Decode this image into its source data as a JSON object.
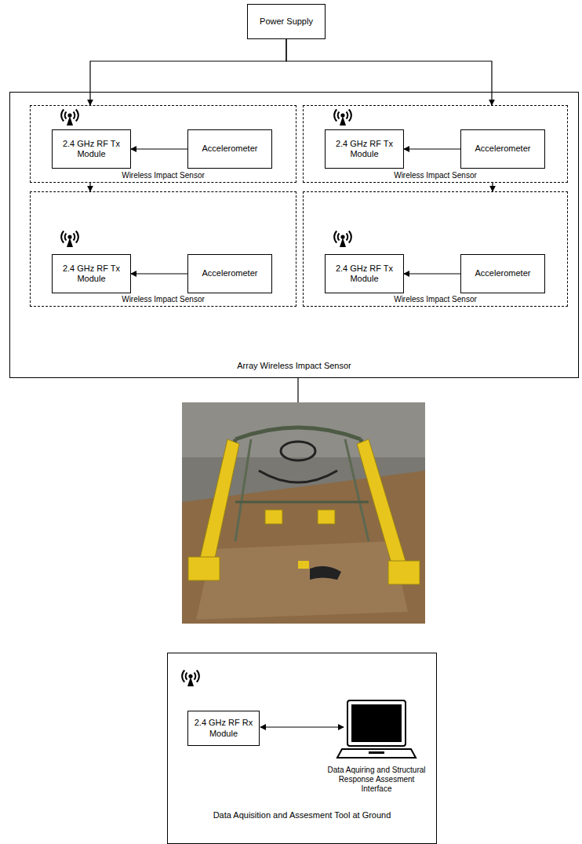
{
  "diagram": {
    "nodes": [
      {
        "text": [
          "Power Supply"
        ]
      },
      {
        "text": [
          "Array Wireless Impact Sensor"
        ]
      },
      {
        "text": [
          "Wireless Impact Sensor"
        ],
        "in": 1
      },
      {
        "text": [
          "2.4 GHz RF Tx Module"
        ],
        "in": 2
      },
      {
        "text": [
          "Accelerometer"
        ],
        "in": 2
      },
      {
        "text": [
          "Wireless Impact Sensor"
        ],
        "in": 1
      },
      {
        "text": [
          "2.4 GHz RF Tx Module"
        ],
        "in": 5
      },
      {
        "text": [
          "Accelerometer"
        ],
        "in": 5
      },
      {
        "text": [
          "Wireless Impact Sensor"
        ],
        "in": 1
      },
      {
        "text": [
          "2.4 GHz RF Tx Module"
        ],
        "in": 8
      },
      {
        "text": [
          "Accelerometer"
        ],
        "in": 8
      },
      {
        "text": [
          "Wireless Impact Sensor"
        ],
        "in": 1
      },
      {
        "text": [
          "2.4 GHz RF Tx Module"
        ],
        "in": 11
      },
      {
        "text": [
          "Accelerometer"
        ],
        "in": 11
      },
      {
        "text": [
          "Data Aquisition and Assesment Tool at Ground"
        ]
      },
      {
        "text": [
          "2.4 GHz RF Rx Module"
        ],
        "in": 14
      }
    ],
    "edges": [
      {
        "from": 0,
        "to": 2,
        "arrow": "to"
      },
      {
        "from": 0,
        "to": 5,
        "arrow": "to"
      },
      {
        "from": 2,
        "to": 8,
        "arrow": "to"
      },
      {
        "from": 5,
        "to": 11,
        "arrow": "to"
      },
      {
        "from": 4,
        "to": 3,
        "arrow": "to"
      },
      {
        "from": 7,
        "to": 6,
        "arrow": "to"
      },
      {
        "from": 10,
        "to": 9,
        "arrow": "to"
      },
      {
        "from": 13,
        "to": 12,
        "arrow": "to"
      }
    ],
    "labels": [
      "Data Aquiring and Structural Response Assesment Interface"
    ]
  }
}
